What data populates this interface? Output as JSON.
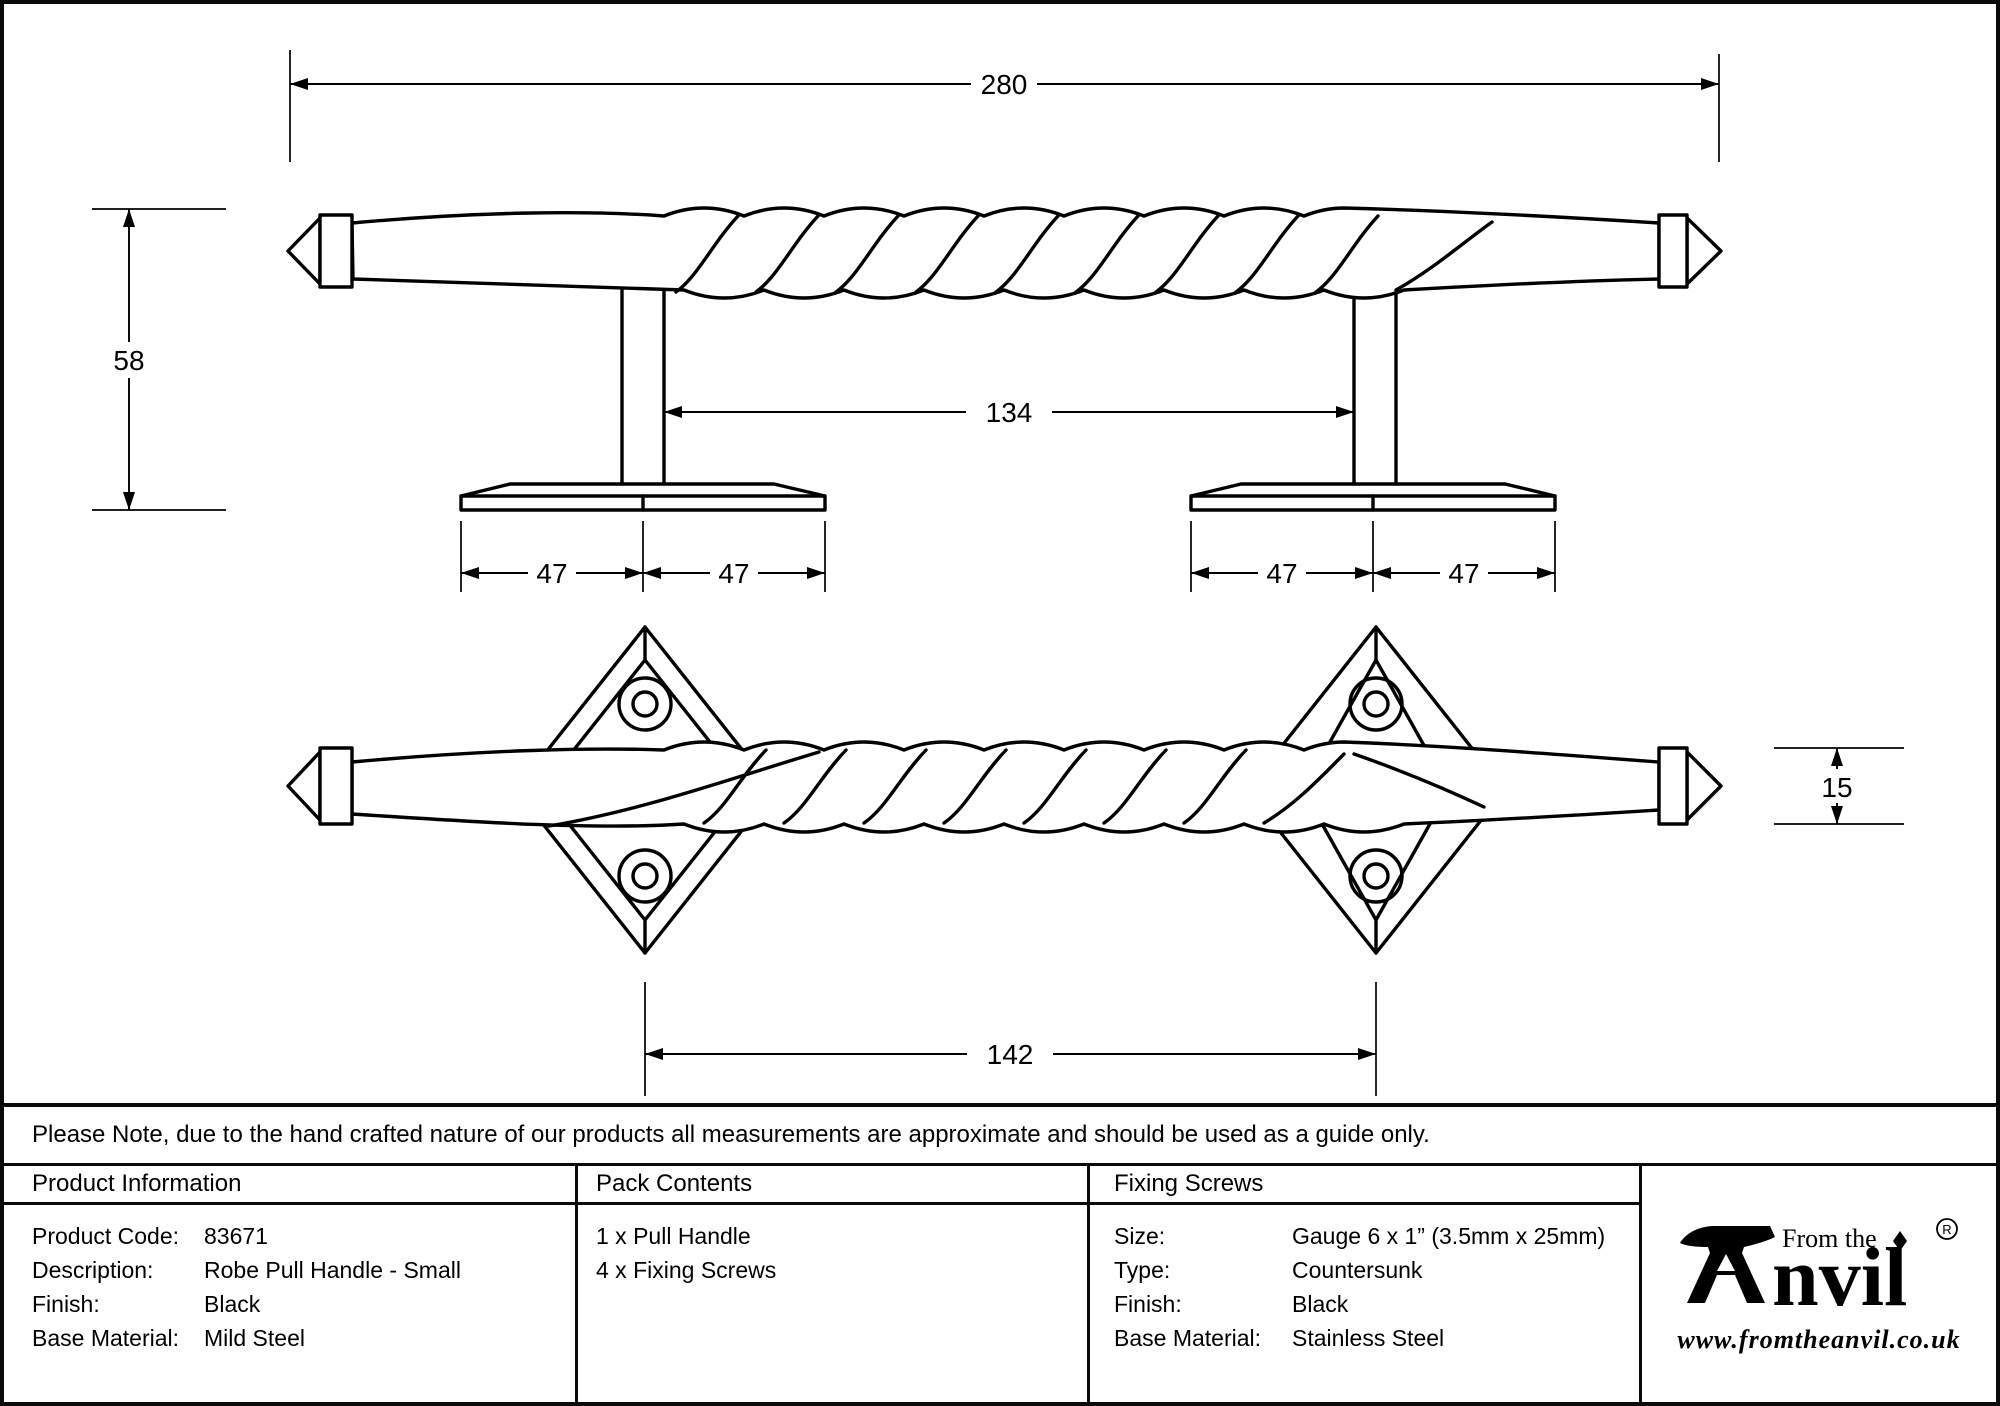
{
  "drawing": {
    "side_view": {
      "overall_width": "280",
      "overall_height": "58",
      "fixing_centres": "134",
      "base_left": [
        "47",
        "47"
      ],
      "base_right": [
        "47",
        "47"
      ]
    },
    "front_view": {
      "fixing_centres": "142",
      "finial_height": "15"
    }
  },
  "note": "Please Note, due to the hand crafted nature of our products all measurements are approximate and should be used as a guide only.",
  "table": {
    "product_information": {
      "header": "Product Information",
      "rows": [
        {
          "label": "Product Code:",
          "value": "83671"
        },
        {
          "label": "Description:",
          "value": "Robe Pull Handle - Small"
        },
        {
          "label": "Finish:",
          "value": "Black"
        },
        {
          "label": "Base Material:",
          "value": "Mild Steel"
        }
      ]
    },
    "pack_contents": {
      "header": "Pack Contents",
      "items": [
        "1 x Pull Handle",
        "4 x Fixing Screws"
      ]
    },
    "fixing_screws": {
      "header": "Fixing Screws",
      "rows": [
        {
          "label": "Size:",
          "value": "Gauge 6 x 1” (3.5mm x 25mm)"
        },
        {
          "label": "Type:",
          "value": "Countersunk"
        },
        {
          "label": "Finish:",
          "value": "Black"
        },
        {
          "label": "Base Material:",
          "value": "Stainless Steel"
        }
      ]
    },
    "logo": {
      "tagline": "From the",
      "wordmark": "nvil",
      "registered": "R",
      "website": "www.fromtheanvil.co.uk"
    }
  }
}
